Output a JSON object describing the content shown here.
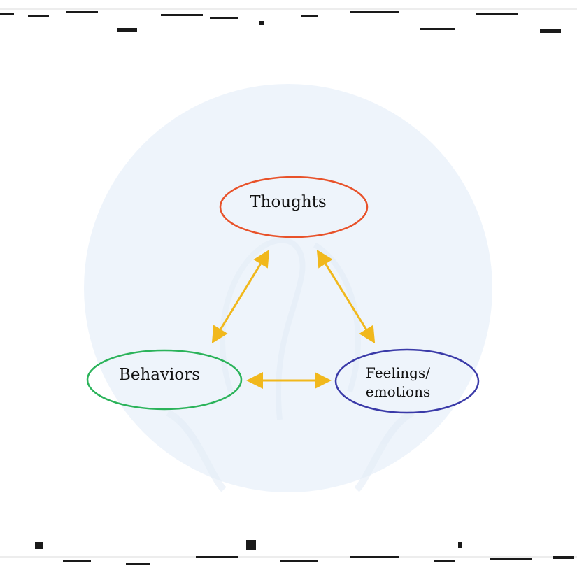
{
  "diagram": {
    "colors": {
      "arrow": "#f1b81c",
      "thoughts": "#e8522a",
      "behaviors": "#2bb35a",
      "feelings": "#3a3aa8",
      "watermark": "#eef4fb",
      "edge_noise": "#1a1a1a"
    },
    "nodes": {
      "thoughts": {
        "label": "Thoughts"
      },
      "behaviors": {
        "label": "Behaviors"
      },
      "feelings": {
        "line1": "Feelings/",
        "line2": "emotions"
      }
    },
    "edges": [
      {
        "from": "thoughts",
        "to": "behaviors",
        "direction": "both"
      },
      {
        "from": "thoughts",
        "to": "feelings",
        "direction": "both"
      },
      {
        "from": "behaviors",
        "to": "feelings",
        "direction": "both"
      }
    ]
  }
}
